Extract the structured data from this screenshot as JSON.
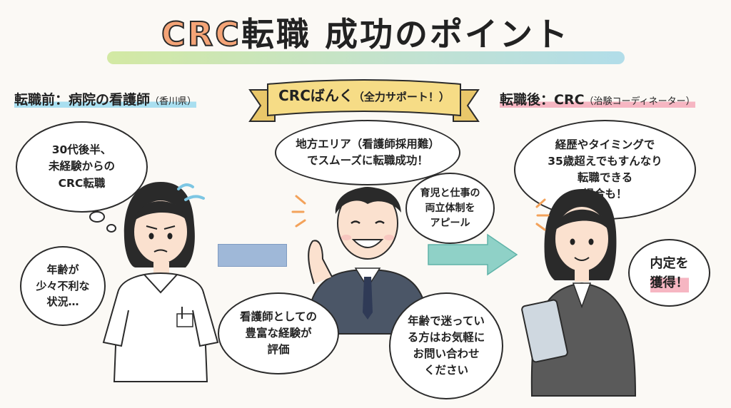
{
  "title": {
    "crc": "CRC",
    "rest": "転職 成功のポイント"
  },
  "before": {
    "heading": "転職前：病院の看護師",
    "heading_small": "（香川県）",
    "thought1": "30代後半、\n未経験からの\nCRC転職",
    "thought2": "年齢が\n少々不利な\n状況…"
  },
  "middle": {
    "ribbon": "CRCばんく",
    "ribbon_small": "（全力サポート！）",
    "bubble_top": "地方エリア（看護師採用難）\nでスムーズに転職成功！",
    "bubble_right": "育児と仕事の\n両立体制を\nアピール",
    "bubble_bottom_left": "看護師としての\n豊富な経験が\n評価",
    "bubble_bottom_right": "年齢で迷ってい\nる方はお気軽に\nお問い合わせ\nください"
  },
  "after": {
    "heading": "転職後：CRC",
    "heading_small": "（治験コーディネーター）",
    "bubble_top": "経歴やタイミングで\n35歳超えでもすんなり\n転職できる\n場合も！",
    "bubble_side": "内定を\n獲得！"
  },
  "colors": {
    "crc_orange": "#f4a477",
    "arrow_blue": "#9fb8d8",
    "arrow_teal": "#8fd1c7",
    "ribbon_yellow": "#f6dc86",
    "hl_blue": "#a9dff0",
    "hl_pink": "#f6b6c2",
    "hl_yellow": "#f7e37a"
  },
  "icons": [
    "nurse-figure",
    "coordinator-figure",
    "crc-figure",
    "tablet-icon",
    "sweat-icon",
    "sparkle-icon",
    "arrow-right-icon"
  ]
}
